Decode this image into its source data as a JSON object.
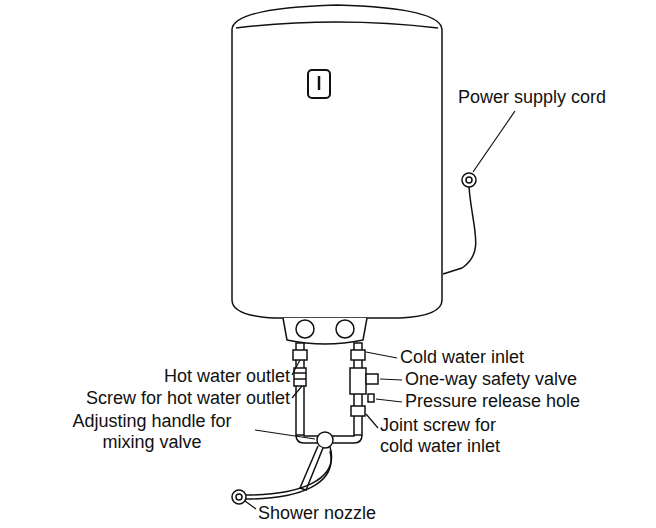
{
  "diagram": {
    "labels": [
      "Power supply cord",
      "Cold water inlet",
      "Hot water outlet",
      "One-way safety valve",
      "Screw for hot water outlet",
      "Pressure release hole",
      "Adjusting handle for mixing valve",
      "Joint screw for cold water inlet",
      "Shower nozzle"
    ]
  }
}
